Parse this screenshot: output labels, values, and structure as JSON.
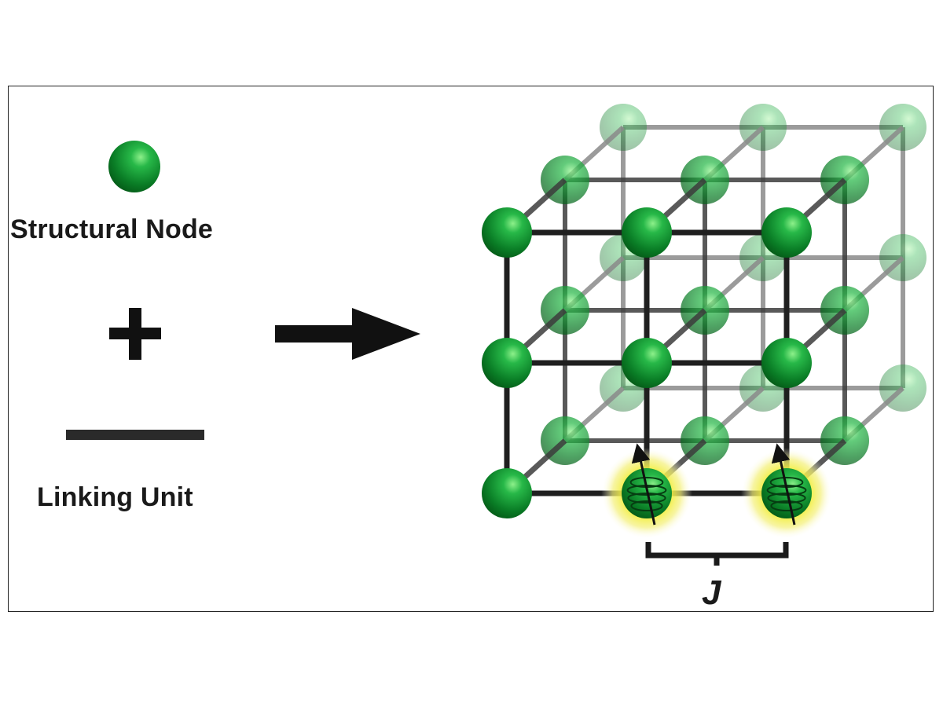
{
  "legend": {
    "node_label": "Structural Node",
    "link_label": "Linking Unit"
  },
  "coupling_label": "J",
  "colors": {
    "node_green": "#0d8a2c",
    "glow_yellow": "#f2ee2a",
    "bond_dark": "#1f1f1f",
    "border": "#222222"
  }
}
